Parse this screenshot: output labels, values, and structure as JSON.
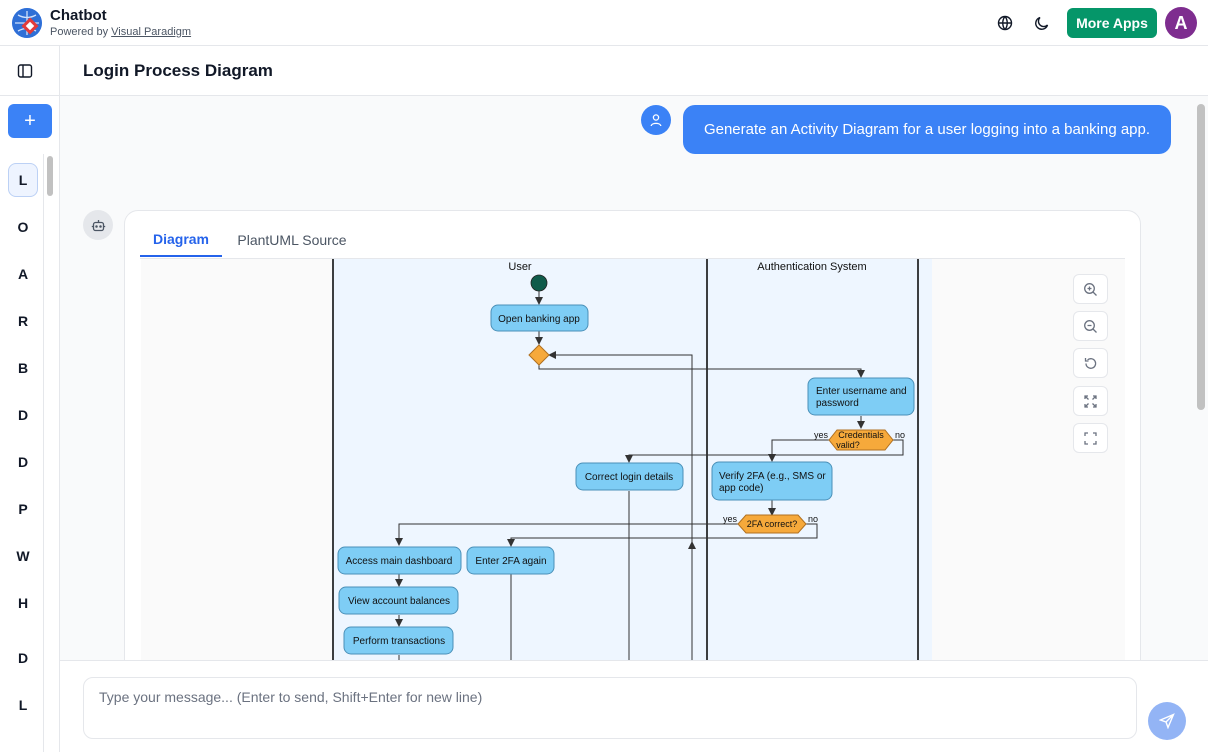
{
  "app": {
    "title": "Chatbot",
    "powered_prefix": "Powered by ",
    "powered_link": "Visual Paradigm",
    "more_apps_label": "More Apps",
    "avatar_initial": "A"
  },
  "sidebar": {
    "new_chat_label": "+",
    "items": [
      "L",
      "O",
      "A",
      "R",
      "B",
      "D",
      "D",
      "P",
      "W",
      "H",
      "D",
      "L"
    ],
    "active_index": 0
  },
  "page": {
    "title": "Login Process Diagram"
  },
  "chat": {
    "user_message": "Generate an Activity Diagram for a user logging into a banking app.",
    "tabs": [
      {
        "label": "Diagram",
        "active": true
      },
      {
        "label": "PlantUML Source",
        "active": false
      }
    ]
  },
  "diagram": {
    "lanes": [
      "User",
      "Authentication System"
    ],
    "nodes": {
      "open_app": "Open banking app",
      "enter_creds_1": "Enter username and",
      "enter_creds_2": "password",
      "cred_valid_1": "Credentials",
      "cred_valid_2": "valid?",
      "correct_login": "Correct login details",
      "verify_2fa_1": "Verify 2FA (e.g., SMS or",
      "verify_2fa_2": "app code)",
      "twofa_correct": "2FA correct?",
      "enter_2fa_again": "Enter 2FA again",
      "access_dashboard": "Access main dashboard",
      "view_balances": "View account balances",
      "perform_tx": "Perform transactions"
    },
    "labels": {
      "yes": "yes",
      "no": "no"
    },
    "colors": {
      "lane_bg": "#eef6ff",
      "action_fill": "#7ecdf5",
      "decision_fill": "#f6a93b",
      "start_fill": "#0f5b4a"
    }
  },
  "input": {
    "placeholder": "Type your message... (Enter to send, Shift+Enter for new line)",
    "value": ""
  },
  "icons": {
    "globe": "globe-icon",
    "theme": "moon-icon",
    "sidebar_toggle": "sidebar-toggle-icon",
    "user": "user-icon",
    "bot": "bot-icon",
    "zoom_in": "zoom-in-icon",
    "zoom_out": "zoom-out-icon",
    "reset": "reset-icon",
    "fit": "fit-icon",
    "fullscreen": "fullscreen-icon",
    "send": "send-icon"
  },
  "theme": {
    "accent": "#3b82f6",
    "more_apps": "#059669",
    "avatar": "#7e2d8f"
  }
}
